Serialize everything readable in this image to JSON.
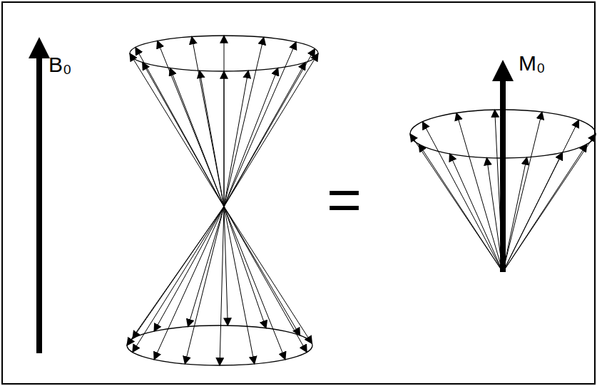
{
  "diagram": {
    "labels": [
      "B₀",
      "=",
      "M₀"
    ]
  }
}
